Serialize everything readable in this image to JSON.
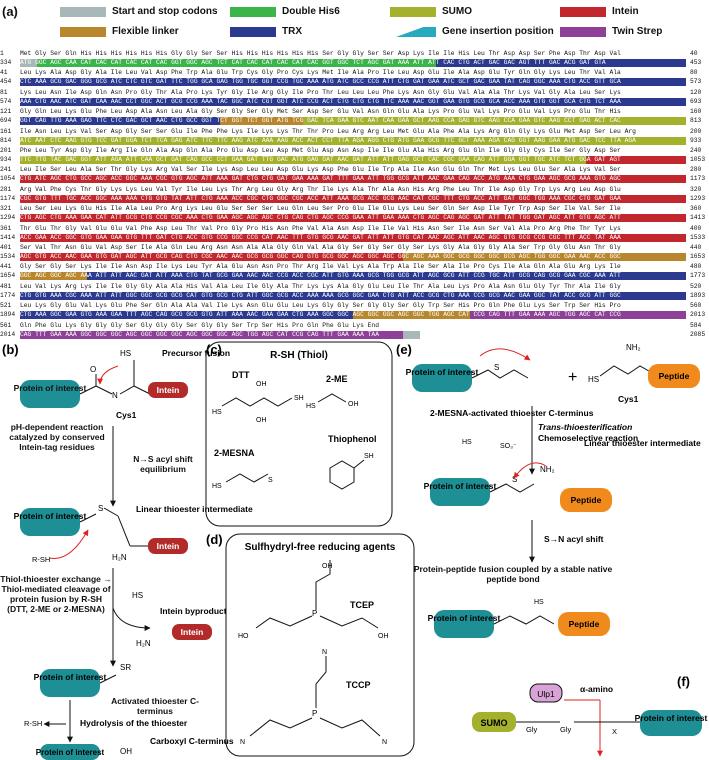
{
  "panel_labels": {
    "a": "(a)",
    "b": "(b)",
    "c": "(c)",
    "d": "(d)",
    "e": "(e)",
    "f": "(f)"
  },
  "legend": [
    {
      "label": "Start and stop codons",
      "color": "#a8b7b7"
    },
    {
      "label": "Double His6",
      "color": "#3bb44a"
    },
    {
      "label": "SUMO",
      "color": "#a3b12c"
    },
    {
      "label": "Intein",
      "color": "#c1272d"
    },
    {
      "label": "Flexible linker",
      "color": "#b8862c"
    },
    {
      "label": "TRX",
      "color": "#2b3a8f"
    },
    {
      "label": "Gene insertion position",
      "color": "#27a9bf"
    },
    {
      "label": "Twin Strep",
      "color": "#8e3f97"
    }
  ],
  "sequence": {
    "rows": [
      {
        "aa_start": "1",
        "aa_end": "40",
        "nt_start": "334",
        "nt_end": "453",
        "aa": "Met Gly Ser Gln His His His His His His Gly Gly Ser Ser His His His His His His Ser Gly Gly Ser Ser Asp Lys Ile Ile His Leu Thr Asp Asp Ser Phe Asp Thr Asp Val",
        "nt": "ATG GGC AGC CAA CAT CAC CAT CAC CAT CAC GGT GGC AGC TCT CAT CAC CAT CAC CAT CAC GGT GGC TCT AGC GAT AAA ATT ATT CAC CTG ACT GAC GAC AGT TTT GAC ACG GAT GTA",
        "segs": [
          [
            "#a8b7b7",
            0,
            1
          ],
          [
            "#3bb44a",
            1,
            25
          ],
          [
            "#2b3a8f",
            25,
            40
          ]
        ]
      },
      {
        "aa_start": "41",
        "aa_end": "80",
        "nt_start": "454",
        "nt_end": "573",
        "aa": "Leu Lys Ala Asp Gly Ala Ile Leu Val Asp Phe Trp Ala Glu Trp Cys Gly Pro Cys Lys Met Ile Ala Pro Ile Leu Asp Glu Ile Ala Asp Glu Tyr Gln Gly Lys Leu Thr Val Ala",
        "nt": "CTC AAA GCG GAC GGG GCG ATC CTC GTC GAT TTC TGG GCA GAG TGG TGC GGT CCG TGC AAA ATG ATC GCC CCG ATT CTG GAT GAA ATC GCT GAC GAA TAT CAG GGC AAA CTG ACC GTT GCA",
        "segs": [
          [
            "#2b3a8f",
            0,
            40
          ]
        ]
      },
      {
        "aa_start": "81",
        "aa_end": "120",
        "nt_start": "574",
        "nt_end": "693",
        "aa": "Lys Leu Asn Ile Asp Gln Asn Pro Gly Thr Ala Pro Lys Tyr Gly Ile Arg Gly Ile Pro Thr Leu Leu Leu Phe Lys Asn Gly Glu Val Ala Ala Thr Lys Val Gly Ala Leu Ser Lys",
        "nt": "AAA CTG AAC ATC GAT CAA AAC CCT GGC ACT GCG CCG AAA TAC GGC ATC CGT GGT ATC CCG ACT CTG CTG CTG TTC AAA AAC GGT GAA GTG GCG GCA ACC AAA GTG GGT GCA CTG TCT AAA",
        "segs": [
          [
            "#2b3a8f",
            0,
            40
          ]
        ]
      },
      {
        "aa_start": "121",
        "aa_end": "160",
        "nt_start": "694",
        "nt_end": "813",
        "aa": "Gly Gln Leu Lys Glu Phe Leu Asp Ala Asn Leu Ala Gly Ser Gly Ser Gly Met Ser Asp Ser Glu Val Asn Gln Glu Ala Lys Pro Glu Val Lys Pro Glu Val Lys Pro Glu Thr His",
        "nt": "GGT CAG TTG AAA GAG TTC CTC GAC GCT AAC CTG GCC GGT TCT GGT TCT GGT ATG TCG GAC TCA GAA GTC AAT CAA GAA GCT AAG CCA GAG GTC AAG CCA GAA GTC AAG CCT GAG ACT CAC",
        "segs": [
          [
            "#2b3a8f",
            0,
            12
          ],
          [
            "#b8862c",
            12,
            17
          ],
          [
            "#a3b12c",
            17,
            40
          ]
        ]
      },
      {
        "aa_start": "161",
        "aa_end": "200",
        "nt_start": "814",
        "nt_end": "933",
        "aa": "Ile Asn Leu Lys Val Ser Asp Gly Ser Ser Glu Ile Phe Phe Lys Ile Lys Lys Thr Thr Pro Leu Arg Arg Leu Met Glu Ala Phe Ala Lys Arg Gln Gly Lys Glu Met Asp Ser Leu Arg",
        "nt": "ATC AAT CTC AAG GTG TCC GAT GGA TCT TCA GAG ATC TTC TTC AAG ATC AAA AAG ACC ACT CCT TTA AGA AGG CTG ATG GAA GCG TTC GCT AAA AGA CAG GGT AAG GAA ATG GAC TCC TTA AGA",
        "segs": [
          [
            "#a3b12c",
            0,
            40
          ]
        ]
      },
      {
        "aa_start": "201",
        "aa_end": "240",
        "nt_start": "934",
        "nt_end": "1053",
        "aa": "Phe Leu Tyr Asp Gly Ile Arg Ile Gln Ala Asp Gln Ala Pro Glu Asp Leu Asp Met Glu Asp Asn Asp Ile Ile Glu Ala His Arg Glu Gln Ile Gly Gly Cys Ile Ser Gly Asp Ser",
        "nt": "TTC TTG TAC GAC GGT ATT AGA ATT CAA GCT GAT CAG GCC CCT GAA GAT TTG GAC ATG GAG GAT AAC GAT ATT ATT GAG GCT CAC CGC GAA CAG ATT GGA GGT TGC ATC TCT GGA GAT AGT",
        "segs": [
          [
            "#a3b12c",
            0,
            34
          ],
          [
            "#c1272d",
            34,
            40
          ]
        ]
      },
      {
        "aa_start": "241",
        "aa_end": "280",
        "nt_start": "1054",
        "nt_end": "1173",
        "aa": "Leu Ile Ser Leu Ala Ser Thr Gly Lys Arg Val Ser Ile Lys Asp Leu Leu Asp Glu Lys Asp Phe Glu Ile Trp Ala Ile Asn Glu Gln Thr Met Lys Leu Glu Ser Ala Lys Val Ser",
        "nt": "CTG ATC AGC CTG GCC AGC ACC GGC AAA CGC GTG AGC ATT AAA GAT CTG CTG GAT GAA AAA GAT TTT GAA ATT TGG GCG ATT AAC GAA CAG ACC ATG AAA CTG GAA AGC GCG AAA GTG AGC",
        "segs": [
          [
            "#c1272d",
            0,
            40
          ]
        ]
      },
      {
        "aa_start": "281",
        "aa_end": "320",
        "nt_start": "1174",
        "nt_end": "1293",
        "aa": "Arg Val Phe Cys Thr Gly Lys Lys Leu Val Tyr Ile Leu Lys Thr Arg Leu Gly Arg Thr Ile Lys Ala Thr Ala Asn His Arg Phe Leu Thr Ile Asp Gly Trp Lys Arg Leu Asp Glu",
        "nt": "CGC GTG TTT TGC ACC GGC AAA AAA CTG GTG TAT ATT CTG AAA ACC CGC CTG GGC CGC ACC ATT AAA GCG ACC GCG AAC CAT CGC TTT CTG ACC ATT GAT GGC TGG AAA CGC CTG GAT GAA",
        "segs": [
          [
            "#c1272d",
            0,
            40
          ]
        ]
      },
      {
        "aa_start": "321",
        "aa_end": "360",
        "nt_start": "1294",
        "nt_end": "1413",
        "aa": "Leu Ser Leu Lys Glu His Ile Ala Leu Pro Arg Lys Leu Glu Ser Ser Ser Leu Gln Leu Ser Pro Glu Ile Glu Lys Leu Ser Gln Ser Asp Ile Tyr Trp Asp Ser Ile Val Ser Ile",
        "nt": "CTG AGC CTG AAA GAA CAT ATT GCG CTG CCG CGC AAA CTG GAA AGC AGC AGC CTG CAG CTG AGC CCG GAA ATT GAA AAA CTG AGC CAG AGC GAT ATT TAT TGG GAT AGC ATT GTG AGC ATT",
        "segs": [
          [
            "#c1272d",
            0,
            40
          ]
        ]
      },
      {
        "aa_start": "361",
        "aa_end": "400",
        "nt_start": "1414",
        "nt_end": "1533",
        "aa": "Thr Glu Thr Gly Val Glu Glu Val Phe Asp Leu Thr Val Pro Gly Pro His Asn Phe Val Ala Asn Asp Ile Ile Val His Asn Ser Ile Asn Ser Val Ala Pro Arg Phe Thr Tyr Lys",
        "nt": "ACC GAA ACC GGC GTG GAA GAA GTG TTT GAT CTG ACC GTG CCG GGC CCG CAT AAC TTT GTG GCG AAC GAT ATT ATT GTG CAT AAC AGC ATT AAC AGC GTG GCG CCG CGC TTT ACC TAT AAA",
        "segs": [
          [
            "#c1272d",
            0,
            40
          ]
        ]
      },
      {
        "aa_start": "401",
        "aa_end": "440",
        "nt_start": "1534",
        "nt_end": "1653",
        "aa": "Ser Val Thr Asn Glu Val Asp Ser Ile Ala Gln Leu Arg Asn Asn Ala Ala Gly Gln Val Ala Gly Ser Gly Ser Gly Ser Lys Gly Ala Gly Gly Ala Ser Trp Gly Glu Asn Thr Gly",
        "nt": "AGC GTG ACC AAC GAA GTG GAT AGC ATT GCG CAG CTG CGC AAC AAC GCG GCG GGC CAG GTG GCG GGC AGC GGC AGC GGC AGC AAA GGC GCG GGC GGC GCG AGC TGG GGC GAA AAC ACC GGC",
        "segs": [
          [
            "#c1272d",
            0,
            23
          ],
          [
            "#b8862c",
            23,
            40
          ]
        ]
      },
      {
        "aa_start": "441",
        "aa_end": "480",
        "nt_start": "1654",
        "nt_end": "1773",
        "aa": "Gly Ser Gly Ser Lys Ile Ile Asn Asp Ile Lys Leu Tyr Ala Glu Asn Asn Pro Thr Arg Ile Val Lys Ala Trp Ala Ile Ser Ala Ile Pro Cys Ile Ala Gln Ala Glu Arg Lys Ile",
        "nt": "GGC AGC GGC AGC AAA ATT ATT AAC GAT ATT AAA CTG TAT GCG GAA AAC AAC CCG ACC CGC ATT GTG AAA GCG TGG GCG ATT AGC GCG ATT CCG TGC ATT GCG CAG GCG GAA CGC AAA ATT",
        "segs": [
          [
            "#b8862c",
            0,
            4
          ],
          [
            "#2b3a8f",
            4,
            40
          ]
        ]
      },
      {
        "aa_start": "481",
        "aa_end": "520",
        "nt_start": "1774",
        "nt_end": "1893",
        "aa": "Leu Val Lys Arg Lys Ile Ile Gly Gly Ala Ala His Val Ala Leu Ile Gly Ala Thr Lys Lys Ala Gly Glu Leu Ile Thr Ala Leu Lys Pro Ala Asn Glu Gly Tyr Thr Ala Ile Gly",
        "nt": "CTG GTG AAA CGC AAA ATT ATT GGC GGC GCG GCG CAT GTG GCG CTG ATT GGC GCG ACC AAA AAA GCG GGC GAA CTG ATT ACC GCG CTG AAA CCG GCG AAC GAA GGC TAT ACC GCG ATT GGC",
        "segs": [
          [
            "#2b3a8f",
            0,
            40
          ]
        ]
      },
      {
        "aa_start": "521",
        "aa_end": "560",
        "nt_start": "1894",
        "nt_end": "2013",
        "aa": "Leu Lys Gly Glu Val Lys Glu Phe Ser Gln Ala Ala Val Ile Lys Asn Glu Glu Leu Lys Gly Gly Ser Gly Gly Ser Gly Trp Ser His Pro Gln Phe Glu Lys Ser Trp Ser His Pro",
        "nt": "CTG AAA GGC GAA GTG AAA GAA TTT AGC CAG GCG GCG GTG ATT AAA AAC GAA GAA CTG AAA GGC GGC AGC GGC GGC AGC GGC TGG AGC CAT CCG CAG TTT GAA AAA AGC TGG AGC CAT CCG",
        "segs": [
          [
            "#2b3a8f",
            0,
            20
          ],
          [
            "#b8862c",
            20,
            27
          ],
          [
            "#8e3f97",
            27,
            40
          ]
        ]
      },
      {
        "aa_start": "561",
        "aa_end": "584",
        "nt_start": "2014",
        "nt_end": "2085",
        "aa": "Gln Phe Glu Lys Gly Gly Gly Ser Gly Gly Gly Ser Gly Gly Ser Trp Ser His Pro Gln Phe Glu Lys End",
        "nt": "CAG TTT GAA AAA GGC GGC GGC AGC GGC GGC GGC AGC GGC GGC AGC TGG AGC CAT CCG CAG TTT GAA AAA TAA",
        "segs": [
          [
            "#8e3f97",
            0,
            23
          ],
          [
            "#a8b7b7",
            23,
            24
          ]
        ]
      }
    ]
  },
  "panel_b": {
    "precursor_fusion": "Precursor fusion",
    "protein_of_interest": "Protein of interest",
    "intein": "Intein",
    "cys1": "Cys1",
    "ph_reaction": "pH-dependent reaction catalyzed by conserved Intein-tag residues",
    "ns_shift": "N→S acyl shift equilibrium",
    "linear_thioester": "Linear thioester intermediate",
    "rsh": "R-SH",
    "thiol_exchange": "Thiol-thioester exchange → Thiol-mediated cleavage of protein fusion by R-SH (DTT, 2-ME or 2-MESNA)",
    "intein_byproduct": "Intein byproduct",
    "activated": "Activated thioester C-terminus",
    "sr": "SR",
    "hydrolysis": "Hydrolysis of the thioester",
    "carboxyl": "Carboxyl C-terminus",
    "hs": "HS",
    "h2n": "H₂N",
    "nh": "N",
    "s": "S",
    "o": "O",
    "oh": "OH",
    "h": "H"
  },
  "panel_c": {
    "title": "R-SH (Thiol)",
    "dtt": "DTT",
    "me": "2-ME",
    "mesna": "2-MESNA",
    "thiophenol": "Thiophenol",
    "sh": "SH",
    "hs": "HS",
    "oh": "OH"
  },
  "panel_d": {
    "title": "Sulfhydryl-free reducing agents",
    "tcep": "TCEP",
    "tccp": "TCCP",
    "p": "P",
    "n": "N",
    "o": "O",
    "oh": "OH",
    "ho": "HO"
  },
  "panel_e": {
    "protein_of_interest": "Protein of interest",
    "peptide": "Peptide",
    "cys1": "Cys1",
    "mesna_label": "2-MESNA-activated thioester C-terminus",
    "trans_title": "Trans-thioesterification",
    "chemoselective": "Chemoselective reaction",
    "linear_thioester": "Linear thioester intermediate",
    "sn_shift": "S→N acyl shift",
    "fusion_text": "Protein-peptide fusion coupled by a stable native peptide bond",
    "plus": "+",
    "so3": "SO₃⁻",
    "nh2": "NH₂"
  },
  "panel_f": {
    "ulp1": "Ulp1",
    "alpha_amino": "α-amino",
    "sumo": "SUMO",
    "gly1": "Gly",
    "gly2": "Gly",
    "x": "X",
    "protein_of_interest": "Protein of interest"
  }
}
